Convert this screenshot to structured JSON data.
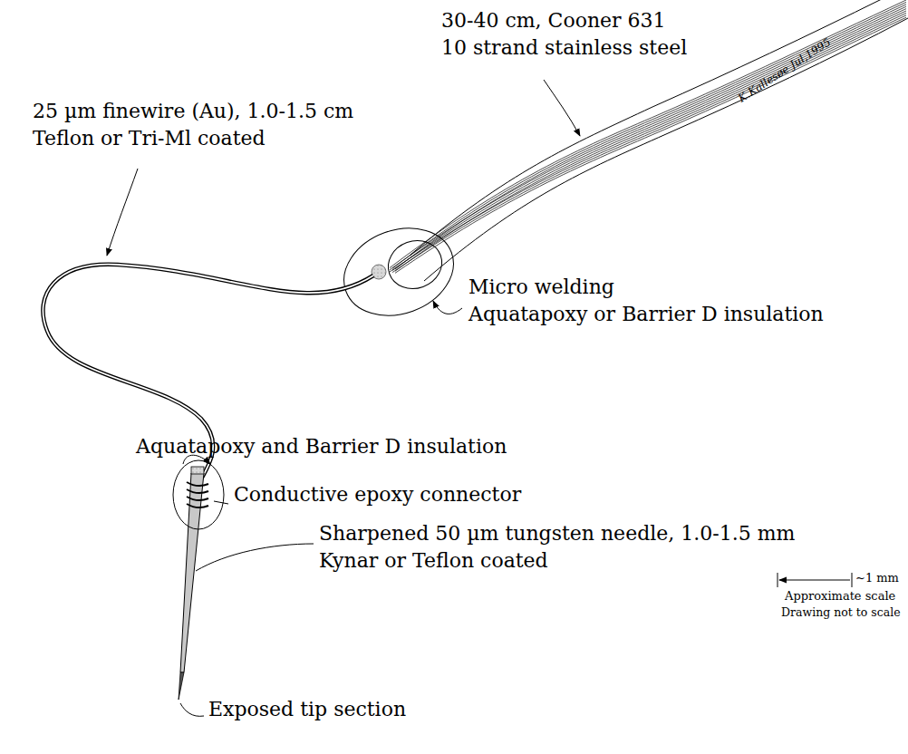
{
  "diagram": {
    "labels": [
      "30-40 cm, Cooner 631",
      "10 strand stainless steel",
      "K.Kallesøe Jul,1995",
      "25 µm finewire (Au), 1.0-1.5 cm",
      "Teflon or Tri-Ml coated",
      "Micro welding",
      "Aquatapoxy or Barrier D insulation",
      "Aquatapoxy and Barrier D insulation",
      "Conductive epoxy connector",
      "Sharpened 50 µm tungsten needle, 1.0-1.5 mm",
      "Kynar or Teflon coated",
      "~1 mm",
      "Approximate scale",
      "Drawing not to scale",
      "Exposed tip section"
    ]
  }
}
